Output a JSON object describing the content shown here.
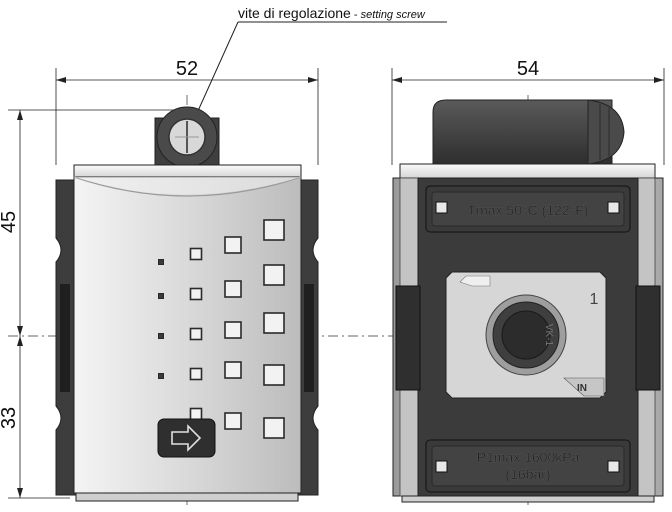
{
  "callout": {
    "label_it": "vite di regolazione",
    "label_sep": " - ",
    "label_en": "setting screw"
  },
  "dimensions": {
    "front_width": "52",
    "side_width": "54",
    "height_upper": "45",
    "height_lower": "33"
  },
  "side_view": {
    "top_plate_text": "Tmax 50°C (122°F)",
    "bottom_plate_line1": "P1max 1600kPa",
    "bottom_plate_line2": "(16bar)",
    "port_number": "1",
    "port_label": "IN",
    "port_code": "VK-1"
  },
  "colors": {
    "body_dark": "#3d3d3d",
    "body_grey": "#bdbdbd",
    "panel_light": "#e6e6e6",
    "line": "#222222"
  }
}
